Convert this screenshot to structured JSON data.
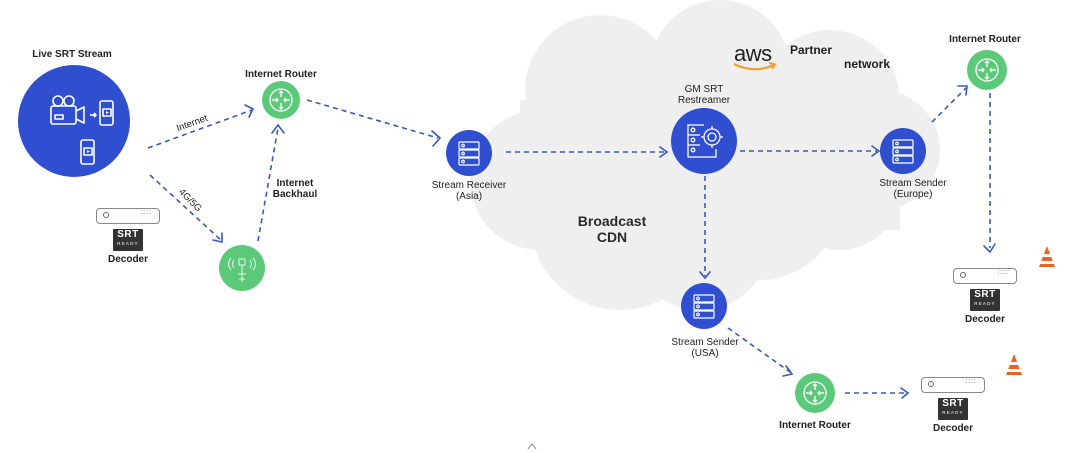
{
  "diagram": {
    "cloud": {
      "title_line1": "Broadcast",
      "title_line2": "CDN",
      "color": "#efefef"
    },
    "aws": {
      "logo_text": "aws",
      "partner_line1": "Partner",
      "partner_line2": "network",
      "smile_color": "#f0a030"
    },
    "colors": {
      "node_blue": "#2f4fd0",
      "node_green": "#5cc97a",
      "edge": "#3a5bb5",
      "vlc_orange": "#e8622a"
    },
    "nodes": {
      "live_stream": {
        "label": "Live SRT Stream",
        "icon": "camera-to-phone-icon"
      },
      "router_1": {
        "label": "Internet Router",
        "icon": "router-icon"
      },
      "cell_tower": {
        "label": "",
        "icon": "cell-tower-icon"
      },
      "stream_receiver": {
        "label_line1": "Stream Receiver",
        "label_line2": "(Asia)",
        "icon": "server-icon"
      },
      "restreamer": {
        "label_line1": "GM SRT",
        "label_line2": "Restreamer",
        "icon": "server-gear-icon"
      },
      "sender_europe": {
        "label_line1": "Stream Sender",
        "label_line2": "(Europe)",
        "icon": "server-icon"
      },
      "router_europe": {
        "label": "Internet Router",
        "icon": "router-icon"
      },
      "sender_usa": {
        "label_line1": "Stream Sender",
        "label_line2": "(USA)",
        "icon": "server-icon"
      },
      "router_usa": {
        "label": "Internet Router",
        "icon": "router-icon"
      }
    },
    "decoders": [
      {
        "badge_line1": "SRT",
        "badge_line2": "READY",
        "label": "Decoder",
        "vlc": false
      },
      {
        "badge_line1": "SRT",
        "badge_line2": "READY",
        "label": "Decoder",
        "vlc": true
      },
      {
        "badge_line1": "SRT",
        "badge_line2": "READY",
        "label": "Decoder",
        "vlc": true
      }
    ],
    "edge_labels": {
      "internet": "Internet",
      "cellular": "4G/5G",
      "backhaul_line1": "Internet",
      "backhaul_line2": "Backhaul"
    },
    "edges": [
      {
        "from": "live_stream",
        "to": "router_1",
        "label": "Internet"
      },
      {
        "from": "live_stream",
        "to": "cell_tower",
        "label": "4G/5G"
      },
      {
        "from": "cell_tower",
        "to": "router_1",
        "label": "Internet Backhaul"
      },
      {
        "from": "router_1",
        "to": "stream_receiver"
      },
      {
        "from": "stream_receiver",
        "to": "restreamer"
      },
      {
        "from": "restreamer",
        "to": "sender_europe"
      },
      {
        "from": "restreamer",
        "to": "sender_usa"
      },
      {
        "from": "sender_europe",
        "to": "router_europe"
      },
      {
        "from": "router_europe",
        "to": "decoder_europe"
      },
      {
        "from": "sender_usa",
        "to": "router_usa"
      },
      {
        "from": "router_usa",
        "to": "decoder_usa"
      }
    ]
  }
}
